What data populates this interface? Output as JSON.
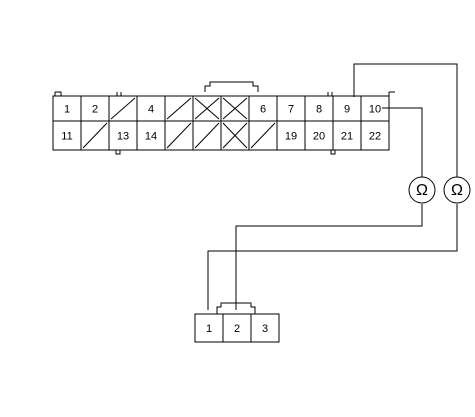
{
  "main_connector": {
    "top_row": [
      {
        "label": "1"
      },
      {
        "label": "2"
      },
      {
        "label": "",
        "blank": "slash"
      },
      {
        "label": "4"
      },
      {
        "label": "",
        "blank": "slash"
      },
      {
        "label": "",
        "blank": "x"
      },
      {
        "label": "",
        "blank": "x"
      },
      {
        "label": "6"
      },
      {
        "label": "7"
      },
      {
        "label": "8"
      },
      {
        "label": "9"
      },
      {
        "label": "10"
      }
    ],
    "bottom_row": [
      {
        "label": "11"
      },
      {
        "label": "",
        "blank": "slash"
      },
      {
        "label": "13"
      },
      {
        "label": "14"
      },
      {
        "label": "",
        "blank": "slash"
      },
      {
        "label": "",
        "blank": "slash"
      },
      {
        "label": "",
        "blank": "x"
      },
      {
        "label": "",
        "blank": "slash"
      },
      {
        "label": "19"
      },
      {
        "label": "20"
      },
      {
        "label": "21"
      },
      {
        "label": "22"
      }
    ]
  },
  "small_connector": {
    "pins": [
      {
        "label": "1"
      },
      {
        "label": "2"
      },
      {
        "label": "3"
      }
    ]
  },
  "ohmmeters": [
    {
      "symbol": "Ω",
      "icon": "ohmmeter-icon"
    },
    {
      "symbol": "Ω",
      "icon": "ohmmeter-icon"
    }
  ]
}
